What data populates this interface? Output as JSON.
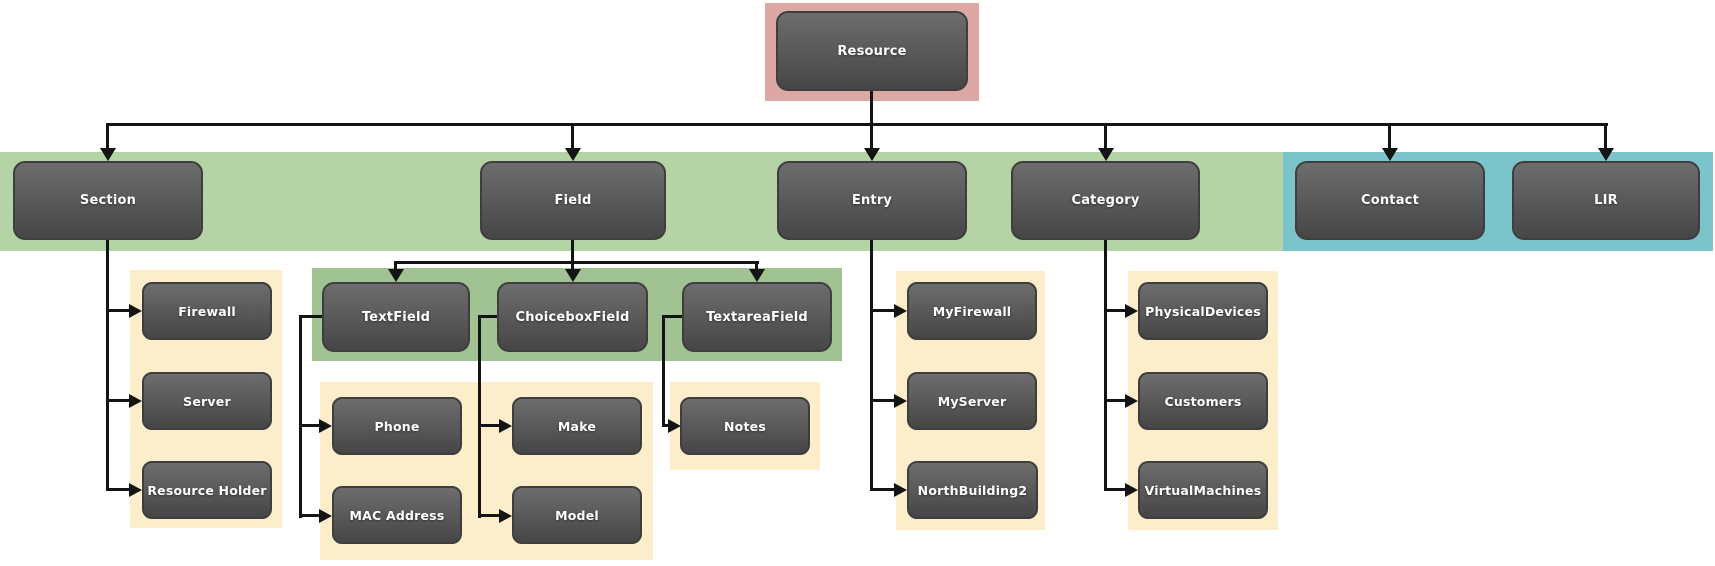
{
  "diagram": {
    "nodes": {
      "resource": "Resource",
      "section": "Section",
      "field": "Field",
      "entry": "Entry",
      "category": "Category",
      "contact": "Contact",
      "lir": "LIR",
      "textfield": "TextField",
      "choiceboxfield": "ChoiceboxField",
      "textareafield": "TextareaField",
      "firewall": "Firewall",
      "server": "Server",
      "resource_holder": "Resource Holder",
      "phone": "Phone",
      "mac_address": "MAC Address",
      "make": "Make",
      "model": "Model",
      "notes": "Notes",
      "myfirewall": "MyFirewall",
      "myserver": "MyServer",
      "northbuilding2": "NorthBuilding2",
      "physicaldevices": "PhysicalDevices",
      "customers": "Customers",
      "virtualmachines": "VirtualMachines"
    },
    "hierarchy": {
      "Resource": [
        "Section",
        "Field",
        "Entry",
        "Category",
        "Contact",
        "LIR"
      ],
      "Section": [
        "Firewall",
        "Server",
        "Resource Holder"
      ],
      "Field": [
        "TextField",
        "ChoiceboxField",
        "TextareaField"
      ],
      "TextField": [
        "Phone",
        "MAC Address"
      ],
      "ChoiceboxField": [
        "Make",
        "Model"
      ],
      "TextareaField": [
        "Notes"
      ],
      "Entry": [
        "MyFirewall",
        "MyServer",
        "NorthBuilding2"
      ],
      "Category": [
        "PhysicalDevices",
        "Customers",
        "VirtualMachines"
      ]
    },
    "colors": {
      "background": "#ffffff",
      "resource_highlight": "#dda8a3",
      "core_band": "#b5d4a6",
      "subtype_panel": "#a1c292",
      "contact_band": "#7cc4cc",
      "children_panel": "#fdeecb",
      "node_top": "#6d6d6d",
      "node_bottom": "#464646",
      "node_border": "#3e3e3e",
      "node_text": "#ffffff",
      "connector": "#141414"
    }
  }
}
